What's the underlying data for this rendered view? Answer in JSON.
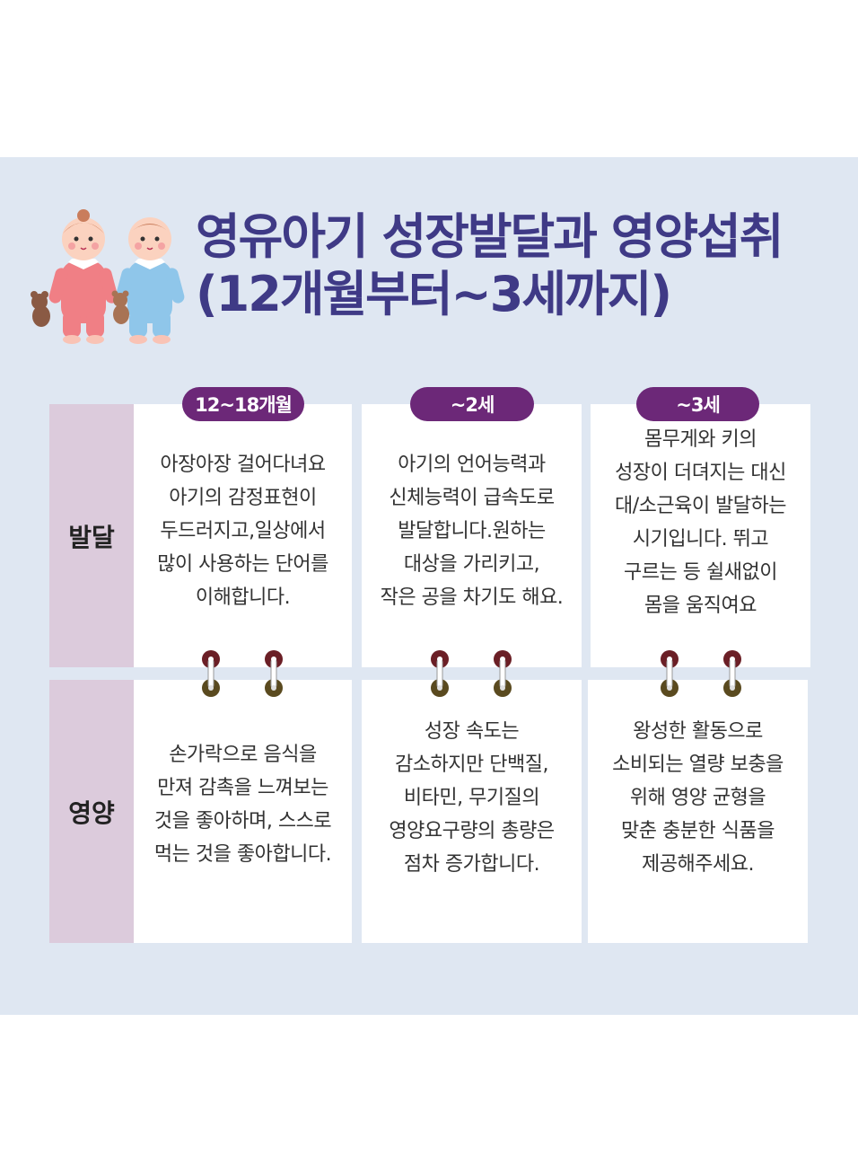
{
  "header": {
    "title_line1": "영유아기 성장발달과 영양섭취",
    "title_line2": "(12개월부터~3세까지)"
  },
  "rows": {
    "development_label": "발달",
    "nutrition_label": "영양"
  },
  "columns": [
    {
      "age": "12~18개월",
      "development": "아장아장 걸어다녀요\n아기의 감정표현이\n두드러지고,일상에서\n많이 사용하는 단어를\n이해합니다.",
      "nutrition": "손가락으로 음식을\n만져 감촉을 느껴보는\n것을 좋아하며, 스스로\n먹는 것을 좋아합니다."
    },
    {
      "age": "~2세",
      "development": "아기의 언어능력과\n신체능력이 급속도로\n발달합니다.원하는\n대상을 가리키고,\n작은 공을 차기도 해요.",
      "nutrition": "성장 속도는\n감소하지만 단백질,\n비타민, 무기질의\n영양요구량의 총량은\n점차 증가합니다."
    },
    {
      "age": "~3세",
      "development": "몸무게와 키의\n성장이 더뎌지는 대신\n대/소근육이 발달하는\n시기입니다. 뛰고\n구르는 등 쉴새없이\n몸을 움직여요",
      "nutrition": "왕성한 활동으로\n소비되는 열량 보충을\n위해 영양 균형을\n맞춘 충분한 식품을\n제공해주세요."
    }
  ],
  "colors": {
    "panel_bg": "#dfe7f2",
    "title": "#3f3a86",
    "pill": "#6c2878",
    "row_label_bg": "#dccbdc"
  }
}
